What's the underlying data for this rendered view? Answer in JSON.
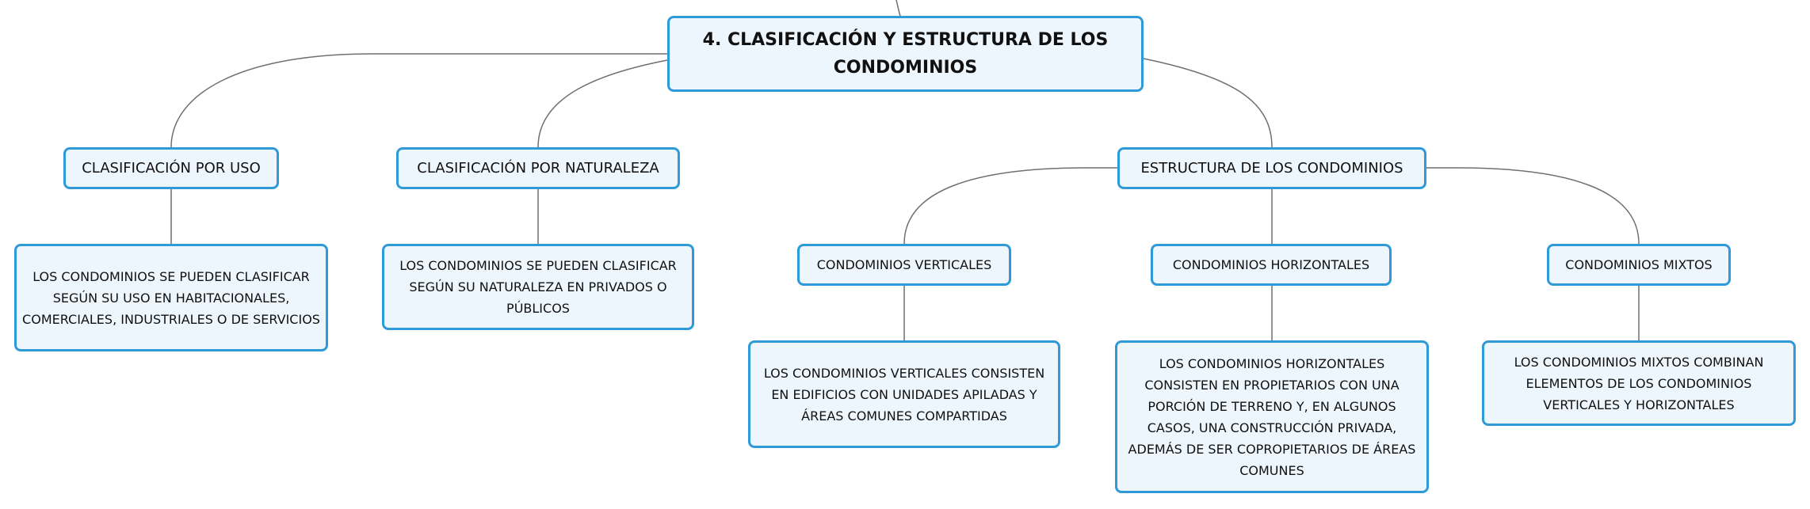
{
  "root": {
    "title": "4. CLASIFICACIÓN Y ESTRUCTURA DE LOS CONDOMINIOS"
  },
  "branches": {
    "uso": {
      "label": "CLASIFICACIÓN POR USO",
      "detail": "LOS CONDOMINIOS SE PUEDEN CLASIFICAR SEGÚN SU USO EN HABITACIONALES, COMERCIALES, INDUSTRIALES O DE SERVICIOS"
    },
    "naturaleza": {
      "label": "CLASIFICACIÓN POR NATURALEZA",
      "detail": "LOS CONDOMINIOS SE PUEDEN CLASIFICAR SEGÚN SU NATURALEZA EN PRIVADOS O PÚBLICOS"
    },
    "estructura": {
      "label": "ESTRUCTURA DE LOS CONDOMINIOS",
      "children": {
        "verticales": {
          "label": "CONDOMINIOS VERTICALES",
          "detail": "LOS CONDOMINIOS VERTICALES CONSISTEN EN EDIFICIOS CON UNIDADES APILADAS Y ÁREAS COMUNES COMPARTIDAS"
        },
        "horizontales": {
          "label": "CONDOMINIOS HORIZONTALES",
          "detail": "LOS CONDOMINIOS HORIZONTALES CONSISTEN EN PROPIETARIOS CON UNA PORCIÓN DE TERRENO Y, EN ALGUNOS CASOS, UNA CONSTRUCCIÓN PRIVADA, ADEMÁS DE SER COPROPIETARIOS DE ÁREAS COMUNES"
        },
        "mixtos": {
          "label": "CONDOMINIOS MIXTOS",
          "detail": "LOS CONDOMINIOS MIXTOS COMBINAN ELEMENTOS DE LOS CONDOMINIOS VERTICALES Y HORIZONTALES"
        }
      }
    }
  },
  "colors": {
    "node_border": "#2f9ad8",
    "node_fill": "#eef6fd",
    "connector": "#6f6f6f"
  }
}
